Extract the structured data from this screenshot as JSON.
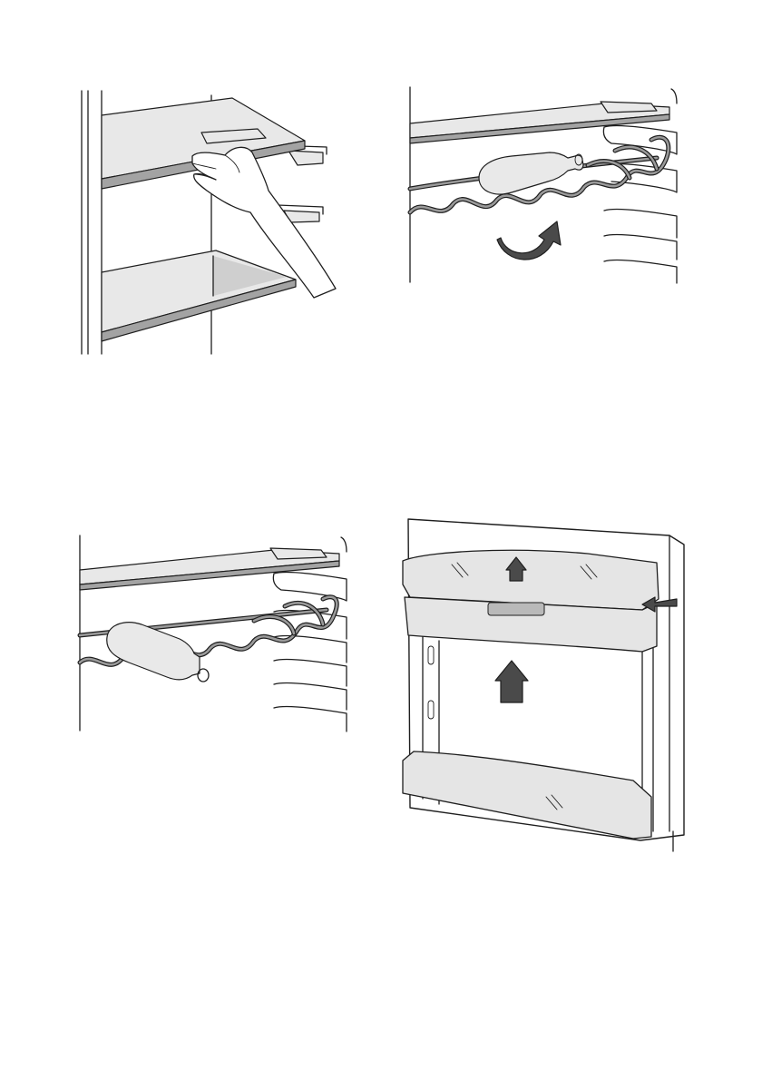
{
  "figures": [
    {
      "id": "shelf-removal",
      "icon": "hand-lifting-glass-shelf"
    },
    {
      "id": "bottle-rack-lift",
      "icon": "wine-rack-curved-arrow"
    },
    {
      "id": "bottle-rack-fitted",
      "icon": "wine-rack-with-bottle"
    },
    {
      "id": "door-balcony-removal",
      "icon": "door-bins-up-arrows"
    }
  ],
  "colors": {
    "line": "#1e1e1e",
    "glass": "#e8e8e8",
    "glass_edge": "#a3a3a3",
    "arrow": "#4a4a4a"
  }
}
